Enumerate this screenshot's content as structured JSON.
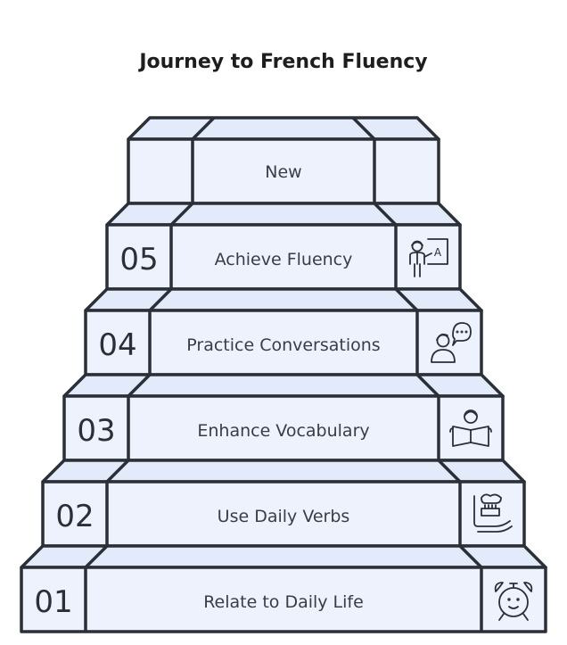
{
  "title": "Journey to French Fluency",
  "steps": [
    {
      "number": "",
      "label": "New",
      "icon": ""
    },
    {
      "number": "05",
      "label": "Achieve Fluency",
      "icon": "teacher-icon"
    },
    {
      "number": "04",
      "label": "Practice Conversations",
      "icon": "conversation-icon"
    },
    {
      "number": "03",
      "label": "Enhance Vocabulary",
      "icon": "reading-book-icon"
    },
    {
      "number": "02",
      "label": "Use Daily Verbs",
      "icon": "toothbrush-icon"
    },
    {
      "number": "01",
      "label": "Relate to Daily Life",
      "icon": "alarm-clock-icon"
    }
  ],
  "icon_glyphs": {
    "teacher_letter": "A"
  },
  "colors": {
    "face": "#edf2fd",
    "top": "#e3ebfb",
    "stroke": "#2b2f36"
  }
}
